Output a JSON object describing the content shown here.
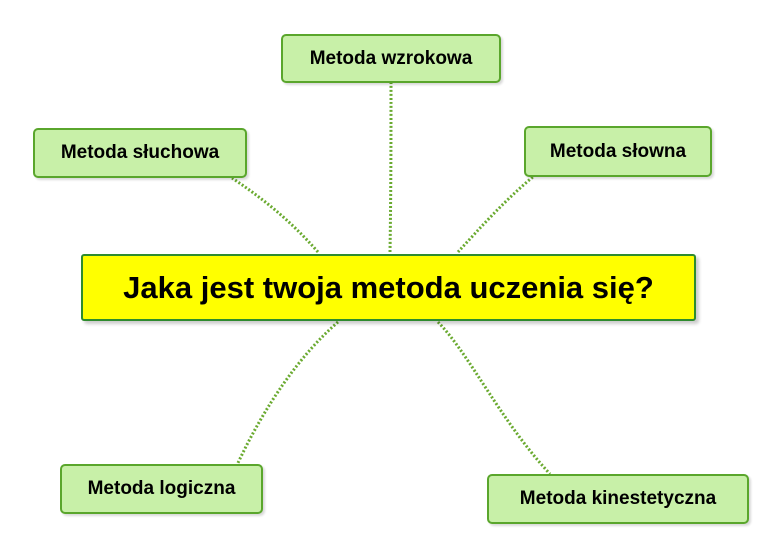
{
  "center": {
    "label": "Jaka jest twoja metoda uczenia  się?"
  },
  "branches": [
    {
      "label": "Metoda wzrokowa"
    },
    {
      "label": "Metoda słuchowa"
    },
    {
      "label": "Metoda słowna"
    },
    {
      "label": "Metoda logiczna"
    },
    {
      "label": "Metoda kinestetyczna"
    }
  ],
  "colors": {
    "center_fill": "#ffff00",
    "center_border": "#2e8b2e",
    "leaf_fill": "#c8f0a8",
    "leaf_border": "#5aa62c",
    "connector": "#6aaa30"
  }
}
